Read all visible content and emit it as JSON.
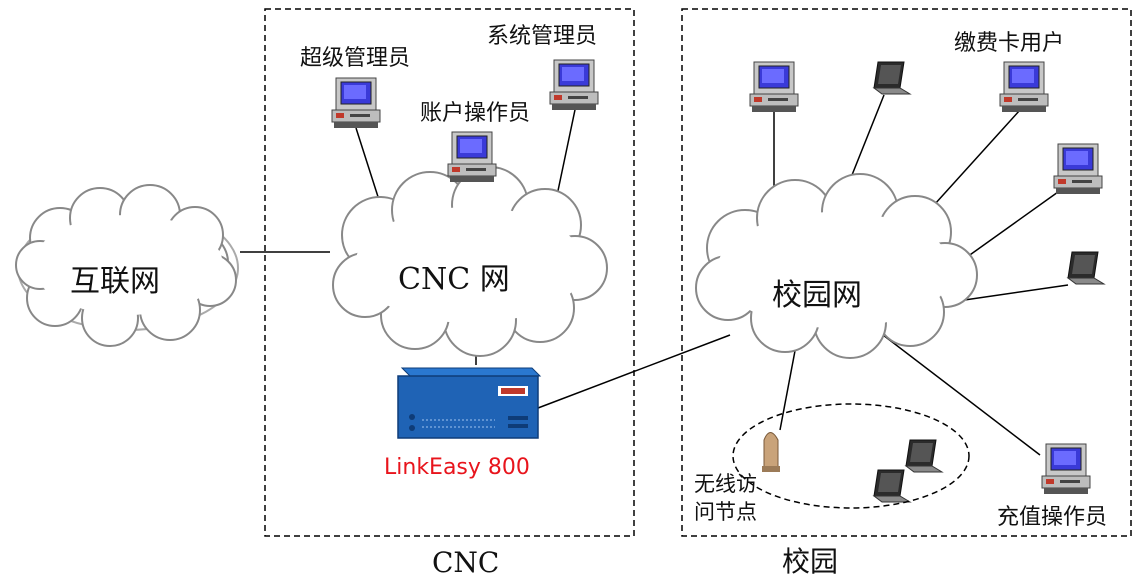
{
  "regions": {
    "cnc": {
      "label": "CNC"
    },
    "campus": {
      "label": "校园"
    }
  },
  "clouds": {
    "internet": "互联网",
    "cnc_net": "CNC 网",
    "campus_net": "校园网"
  },
  "nodes": {
    "super_admin": "超级管理员",
    "system_admin": "系统管理员",
    "account_operator": "账户操作员",
    "prepaid_users": "缴费卡用户",
    "wireless_ap_line1": "无线访",
    "wireless_ap_line2": "问节点",
    "recharge_operator": "充值操作员"
  },
  "device": {
    "label": "LinkEasy 800",
    "label_color": "#e8141c",
    "body_color": "#1f63b5"
  }
}
